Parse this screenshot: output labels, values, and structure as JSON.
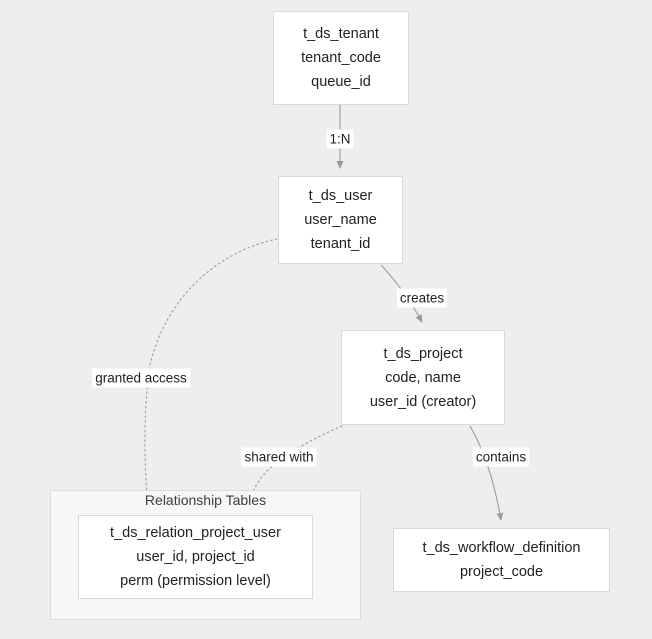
{
  "diagram": {
    "type": "entity-relationship",
    "background_color": "#efeeec",
    "node_fill": "#ffffff",
    "node_border": "#d9d9d9",
    "edge_color": "#9a9a9a",
    "cluster": {
      "label": "Relationship Tables",
      "fill": "#f7f7f7",
      "border": "#dcdcdc"
    },
    "nodes": {
      "tenant": {
        "lines": [
          "t_ds_tenant",
          "tenant_code",
          "queue_id"
        ],
        "l0": "t_ds_tenant",
        "l1": "tenant_code",
        "l2": "queue_id"
      },
      "user": {
        "lines": [
          "t_ds_user",
          "user_name",
          "tenant_id"
        ],
        "l0": "t_ds_user",
        "l1": "user_name",
        "l2": "tenant_id"
      },
      "project": {
        "lines": [
          "t_ds_project",
          "code, name",
          "user_id (creator)"
        ],
        "l0": "t_ds_project",
        "l1": "code, name",
        "l2": "user_id (creator)"
      },
      "relation": {
        "lines": [
          "t_ds_relation_project_user",
          "user_id, project_id",
          "perm (permission level)"
        ],
        "l0": "t_ds_relation_project_user",
        "l1": "user_id, project_id",
        "l2": "perm (permission level)"
      },
      "workflow": {
        "lines": [
          "t_ds_workflow_definition",
          "project_code"
        ],
        "l0": "t_ds_workflow_definition",
        "l1": "project_code"
      }
    },
    "edges": [
      {
        "id": "tenant-user",
        "label": "1:N",
        "from": "tenant",
        "to": "user",
        "style": "solid"
      },
      {
        "id": "user-project",
        "label": "creates",
        "from": "user",
        "to": "project",
        "style": "solid"
      },
      {
        "id": "user-relation",
        "label": "granted access",
        "from": "user",
        "to": "relation",
        "style": "dotted"
      },
      {
        "id": "project-relation",
        "label": "shared with",
        "from": "project",
        "to": "relation",
        "style": "dotted"
      },
      {
        "id": "project-workflow",
        "label": "contains",
        "from": "project",
        "to": "workflow",
        "style": "solid"
      }
    ],
    "edge_labels": {
      "tenant_user": "1:N",
      "user_project": "creates",
      "user_relation": "granted access",
      "project_relation": "shared with",
      "project_workflow": "contains"
    }
  }
}
